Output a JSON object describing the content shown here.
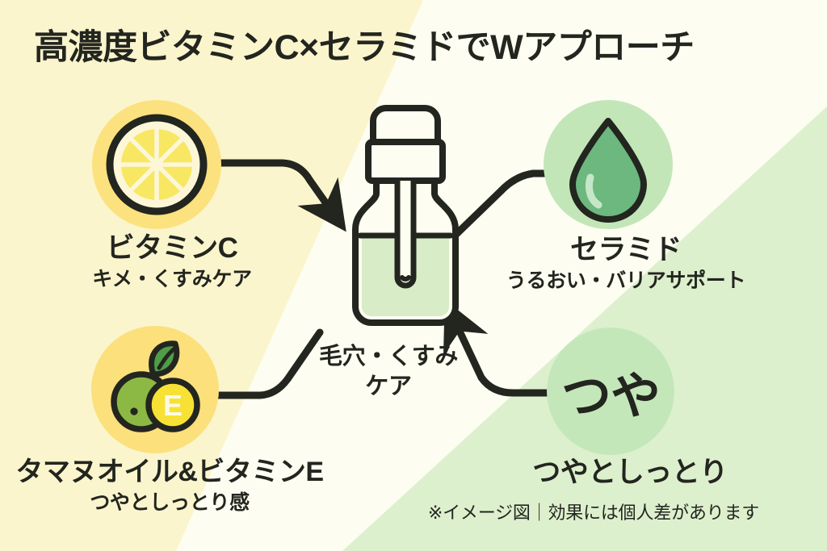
{
  "palette": {
    "bg_base": "#fdfdf1",
    "bg_yellow": "#fbf5cd",
    "bg_green": "#ddf0ce",
    "ink": "#23251f",
    "badge_yellow": "#fbe27e",
    "badge_green": "#c2e6b8",
    "lemon_flesh": "#f7e763",
    "lemon_rind": "#fdf7d8",
    "drop_green": "#6cb87f",
    "fruit_green": "#8cb944",
    "capsule_yellow": "#f7e135",
    "liquid_green": "#d8ecc8"
  },
  "header": {
    "title": "高濃度ビタミンC×セラミドでWアプローチ"
  },
  "center": {
    "bottle_icon": "dropper-bottle-icon",
    "label_line1": "毛穴・くすみ",
    "label_line2": "ケア"
  },
  "nodes": [
    {
      "id": "vitamin-c",
      "icon": "lemon-slice-icon",
      "badge_color": "#fbe27e",
      "title": "ビタミンC",
      "subtitle": "キメ・くすみケア"
    },
    {
      "id": "ceramide",
      "icon": "water-drop-icon",
      "badge_color": "#c2e6b8",
      "title": "セラミド",
      "subtitle": "うるおい・バリアサポート"
    },
    {
      "id": "tamanu-oil",
      "icon": "tamanu-fruit-vitamin-e-icon",
      "badge_color": "#fbe07c",
      "title": "タマヌオイル&ビタミンE",
      "subtitle": "つやとしっとり感",
      "capsule_letter": "E"
    },
    {
      "id": "tsuya",
      "icon": "tsuya-word-badge",
      "badge_color": "#c4e7ba",
      "badge_text": "つや",
      "title": "つやとしっとり",
      "subtitle": ""
    }
  ],
  "connectors": [
    {
      "id": "vitc-to-bottle",
      "from": "vitamin-c",
      "to": "bottle",
      "arrowhead": true
    },
    {
      "id": "ceramide-to-bottle",
      "from": "bottle",
      "to": "ceramide",
      "arrowhead": false
    },
    {
      "id": "tamanu-to-bottle",
      "from": "tamanu-oil",
      "to": "bottle",
      "arrowhead": false
    },
    {
      "id": "tsuya-to-bottle",
      "from": "tsuya",
      "to": "bottle",
      "arrowhead": true
    }
  ],
  "footnote": {
    "text": "※イメージ図｜効果には個人差があります"
  }
}
